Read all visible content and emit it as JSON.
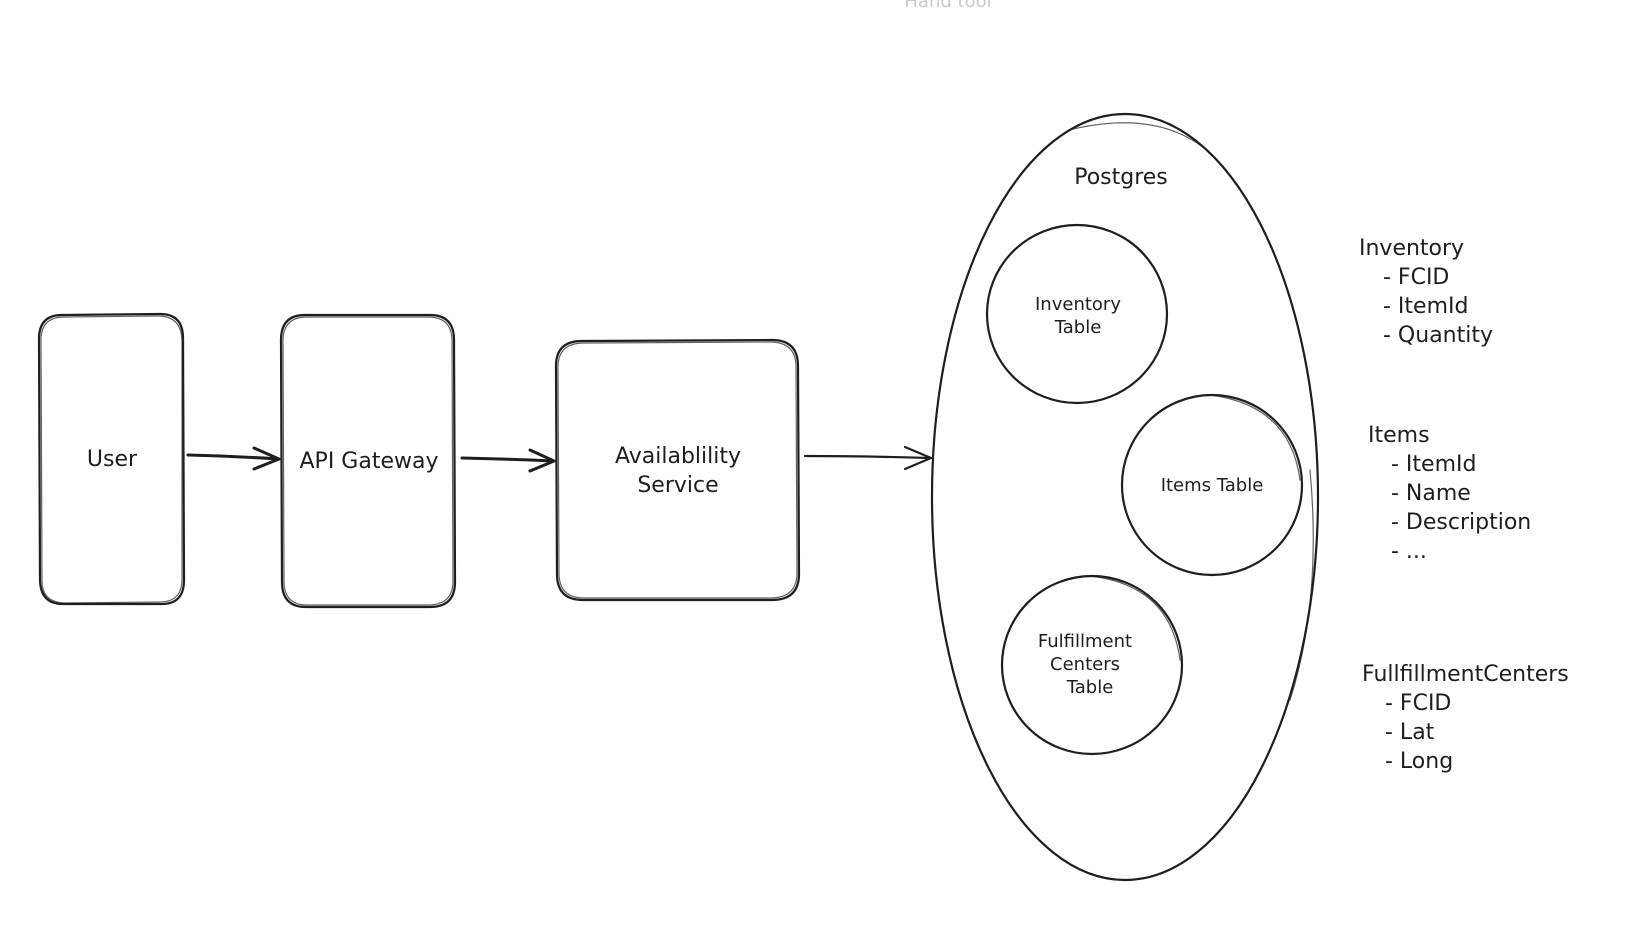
{
  "toolbar_hint": "Hand tool",
  "nodes": {
    "user": "User",
    "api_gateway": "API Gateway",
    "availability_service": [
      "Availablility",
      "Service"
    ],
    "postgres": "Postgres",
    "inventory_table": [
      "Inventory",
      "Table"
    ],
    "items_table": "Items Table",
    "fulfillment_table": [
      "Fulfillment",
      "Centers",
      "Table"
    ]
  },
  "schemas": {
    "inventory": {
      "title": "Inventory",
      "fields": [
        "- FCID",
        "- ItemId",
        "- Quantity"
      ]
    },
    "items": {
      "title": "Items",
      "fields": [
        "- ItemId",
        "- Name",
        "- Description",
        "- ..."
      ]
    },
    "fulfillment_centers": {
      "title": "FullfillmentCenters",
      "fields": [
        "- FCID",
        "- Lat",
        "- Long"
      ]
    }
  }
}
